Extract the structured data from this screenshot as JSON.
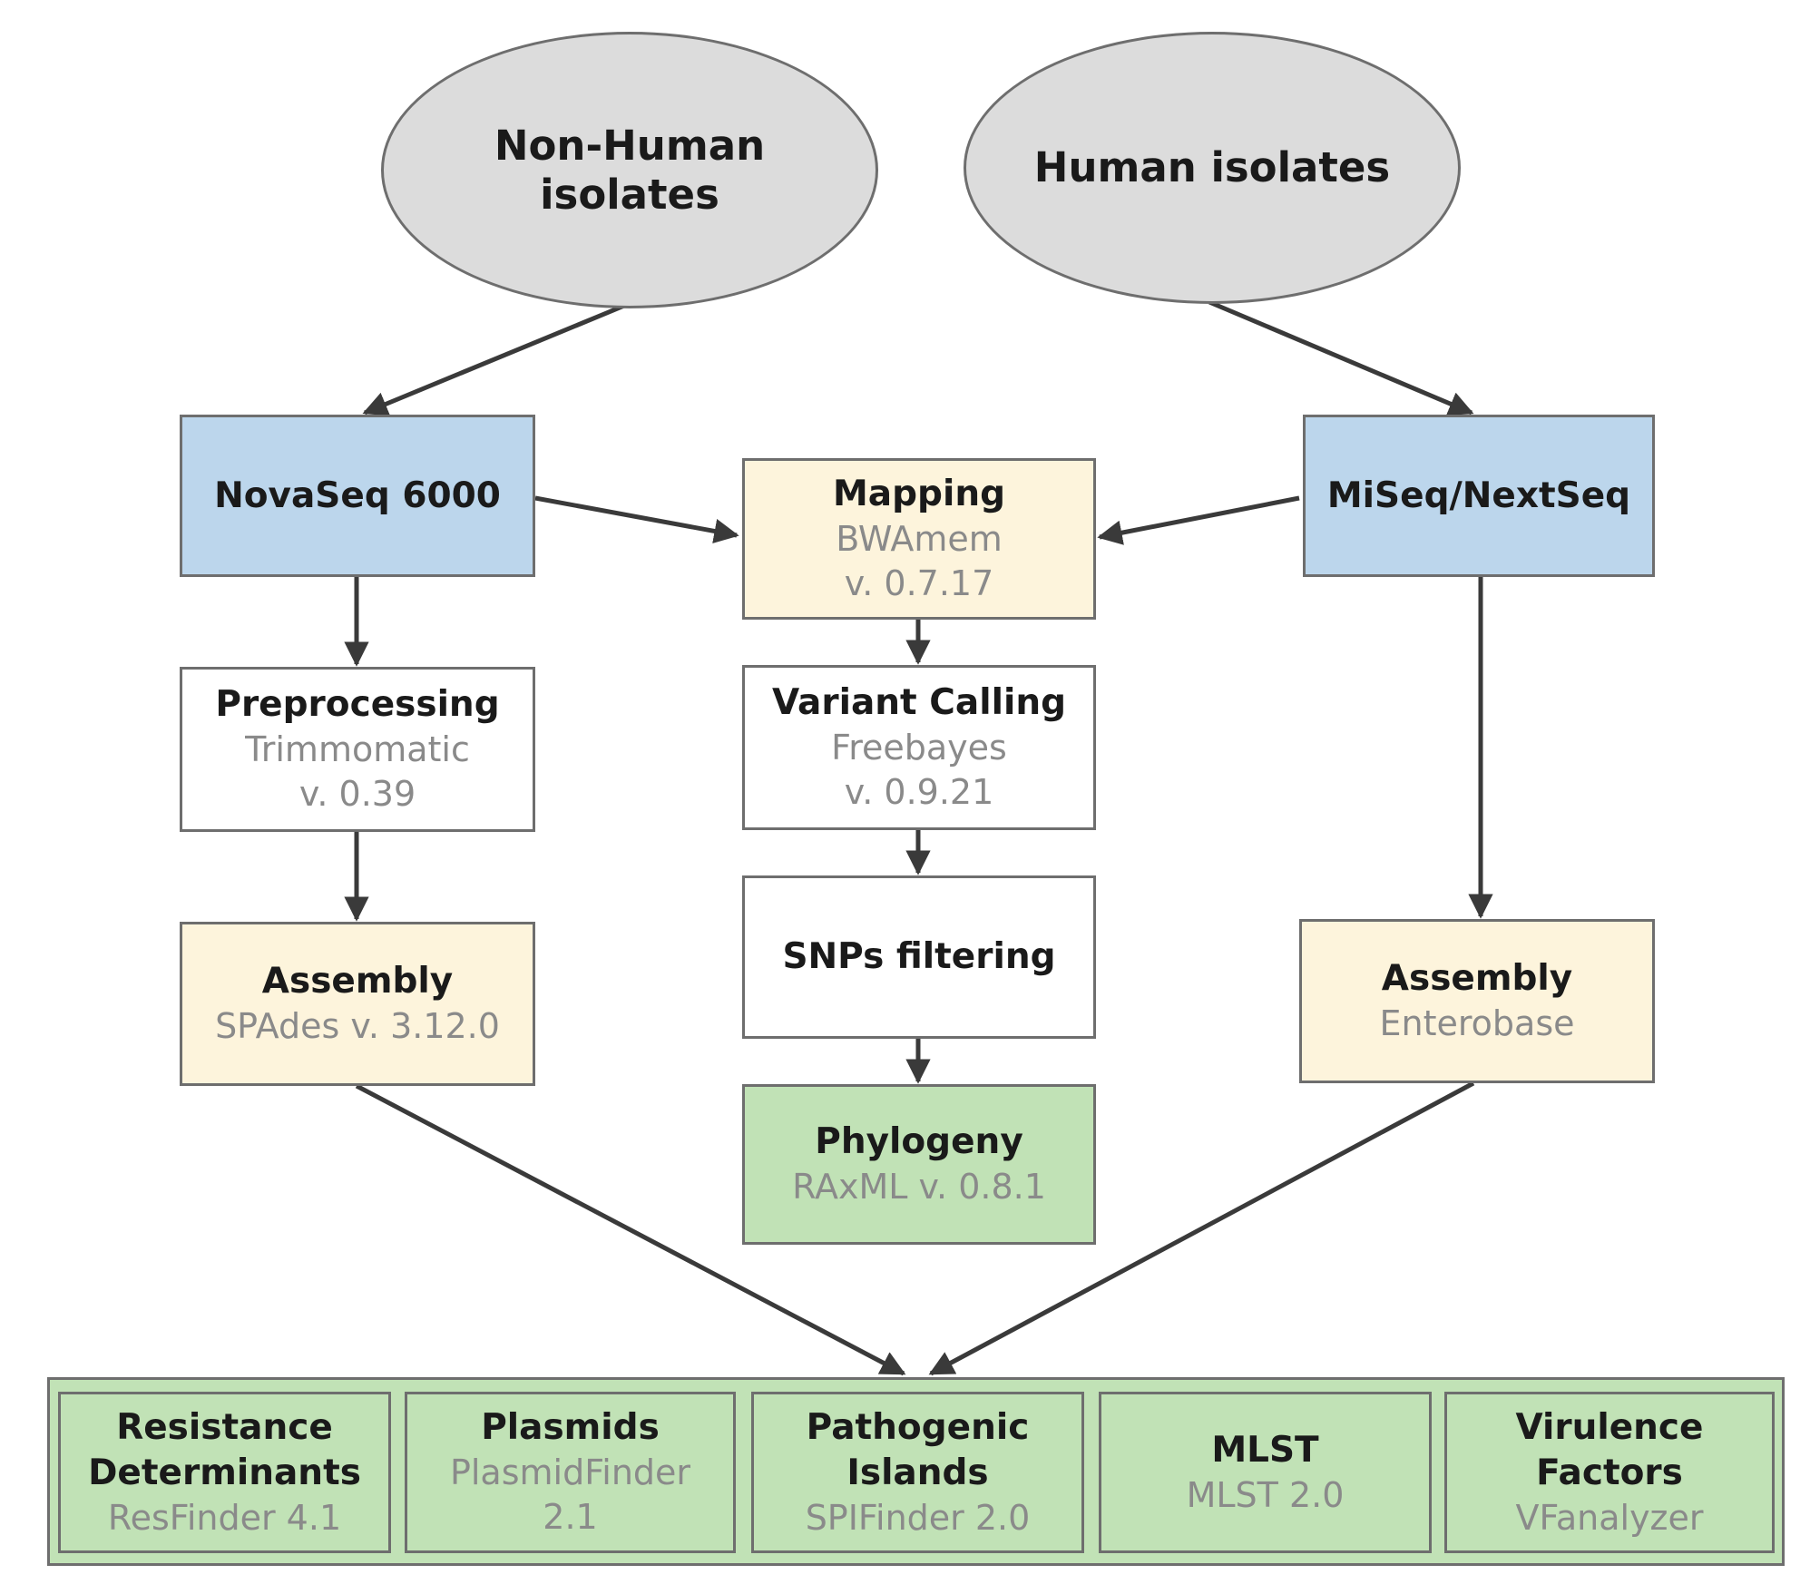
{
  "diagram": {
    "sources": {
      "non_human": [
        "Non-Human",
        "isolates"
      ],
      "human": "Human isolates"
    },
    "platforms": {
      "novaseq": "NovaSeq 6000",
      "miseq": "MiSeq/NextSeq"
    },
    "left_branch": {
      "preprocessing": {
        "title": "Preprocessing",
        "tool": "Trimmomatic",
        "version": "v. 0.39"
      },
      "assembly": {
        "title": "Assembly",
        "tool": "SPAdes v. 3.12.0"
      }
    },
    "center_branch": {
      "mapping": {
        "title": "Mapping",
        "tool": "BWAmem",
        "version": "v. 0.7.17"
      },
      "variant_calling": {
        "title": "Variant Calling",
        "tool": "Freebayes",
        "version": "v. 0.9.21"
      },
      "snps_filtering": {
        "title": "SNPs filtering"
      },
      "phylogeny": {
        "title": "Phylogeny",
        "tool": "RAxML v. 0.8.1"
      }
    },
    "right_branch": {
      "assembly": {
        "title": "Assembly",
        "tool": "Enterobase"
      }
    },
    "outputs": [
      {
        "title_lines": [
          "Resistance",
          "Determinants"
        ],
        "tool_lines": [
          "ResFinder 4.1"
        ]
      },
      {
        "title_lines": [
          "Plasmids"
        ],
        "tool_lines": [
          "PlasmidFinder",
          "2.1"
        ]
      },
      {
        "title_lines": [
          "Pathogenic",
          "Islands"
        ],
        "tool_lines": [
          "SPIFinder 2.0"
        ]
      },
      {
        "title_lines": [
          "MLST"
        ],
        "tool_lines": [
          "MLST 2.0"
        ]
      },
      {
        "title_lines": [
          "Virulence",
          "Factors"
        ],
        "tool_lines": [
          "VFanalyzer"
        ]
      }
    ],
    "colors": {
      "platform_fill": "#bcd6ec",
      "tool_fill": "#fdf4dc",
      "result_fill": "#c1e2b6",
      "source_fill": "#dcdcdc",
      "arrow": "#3a3a3a"
    }
  }
}
